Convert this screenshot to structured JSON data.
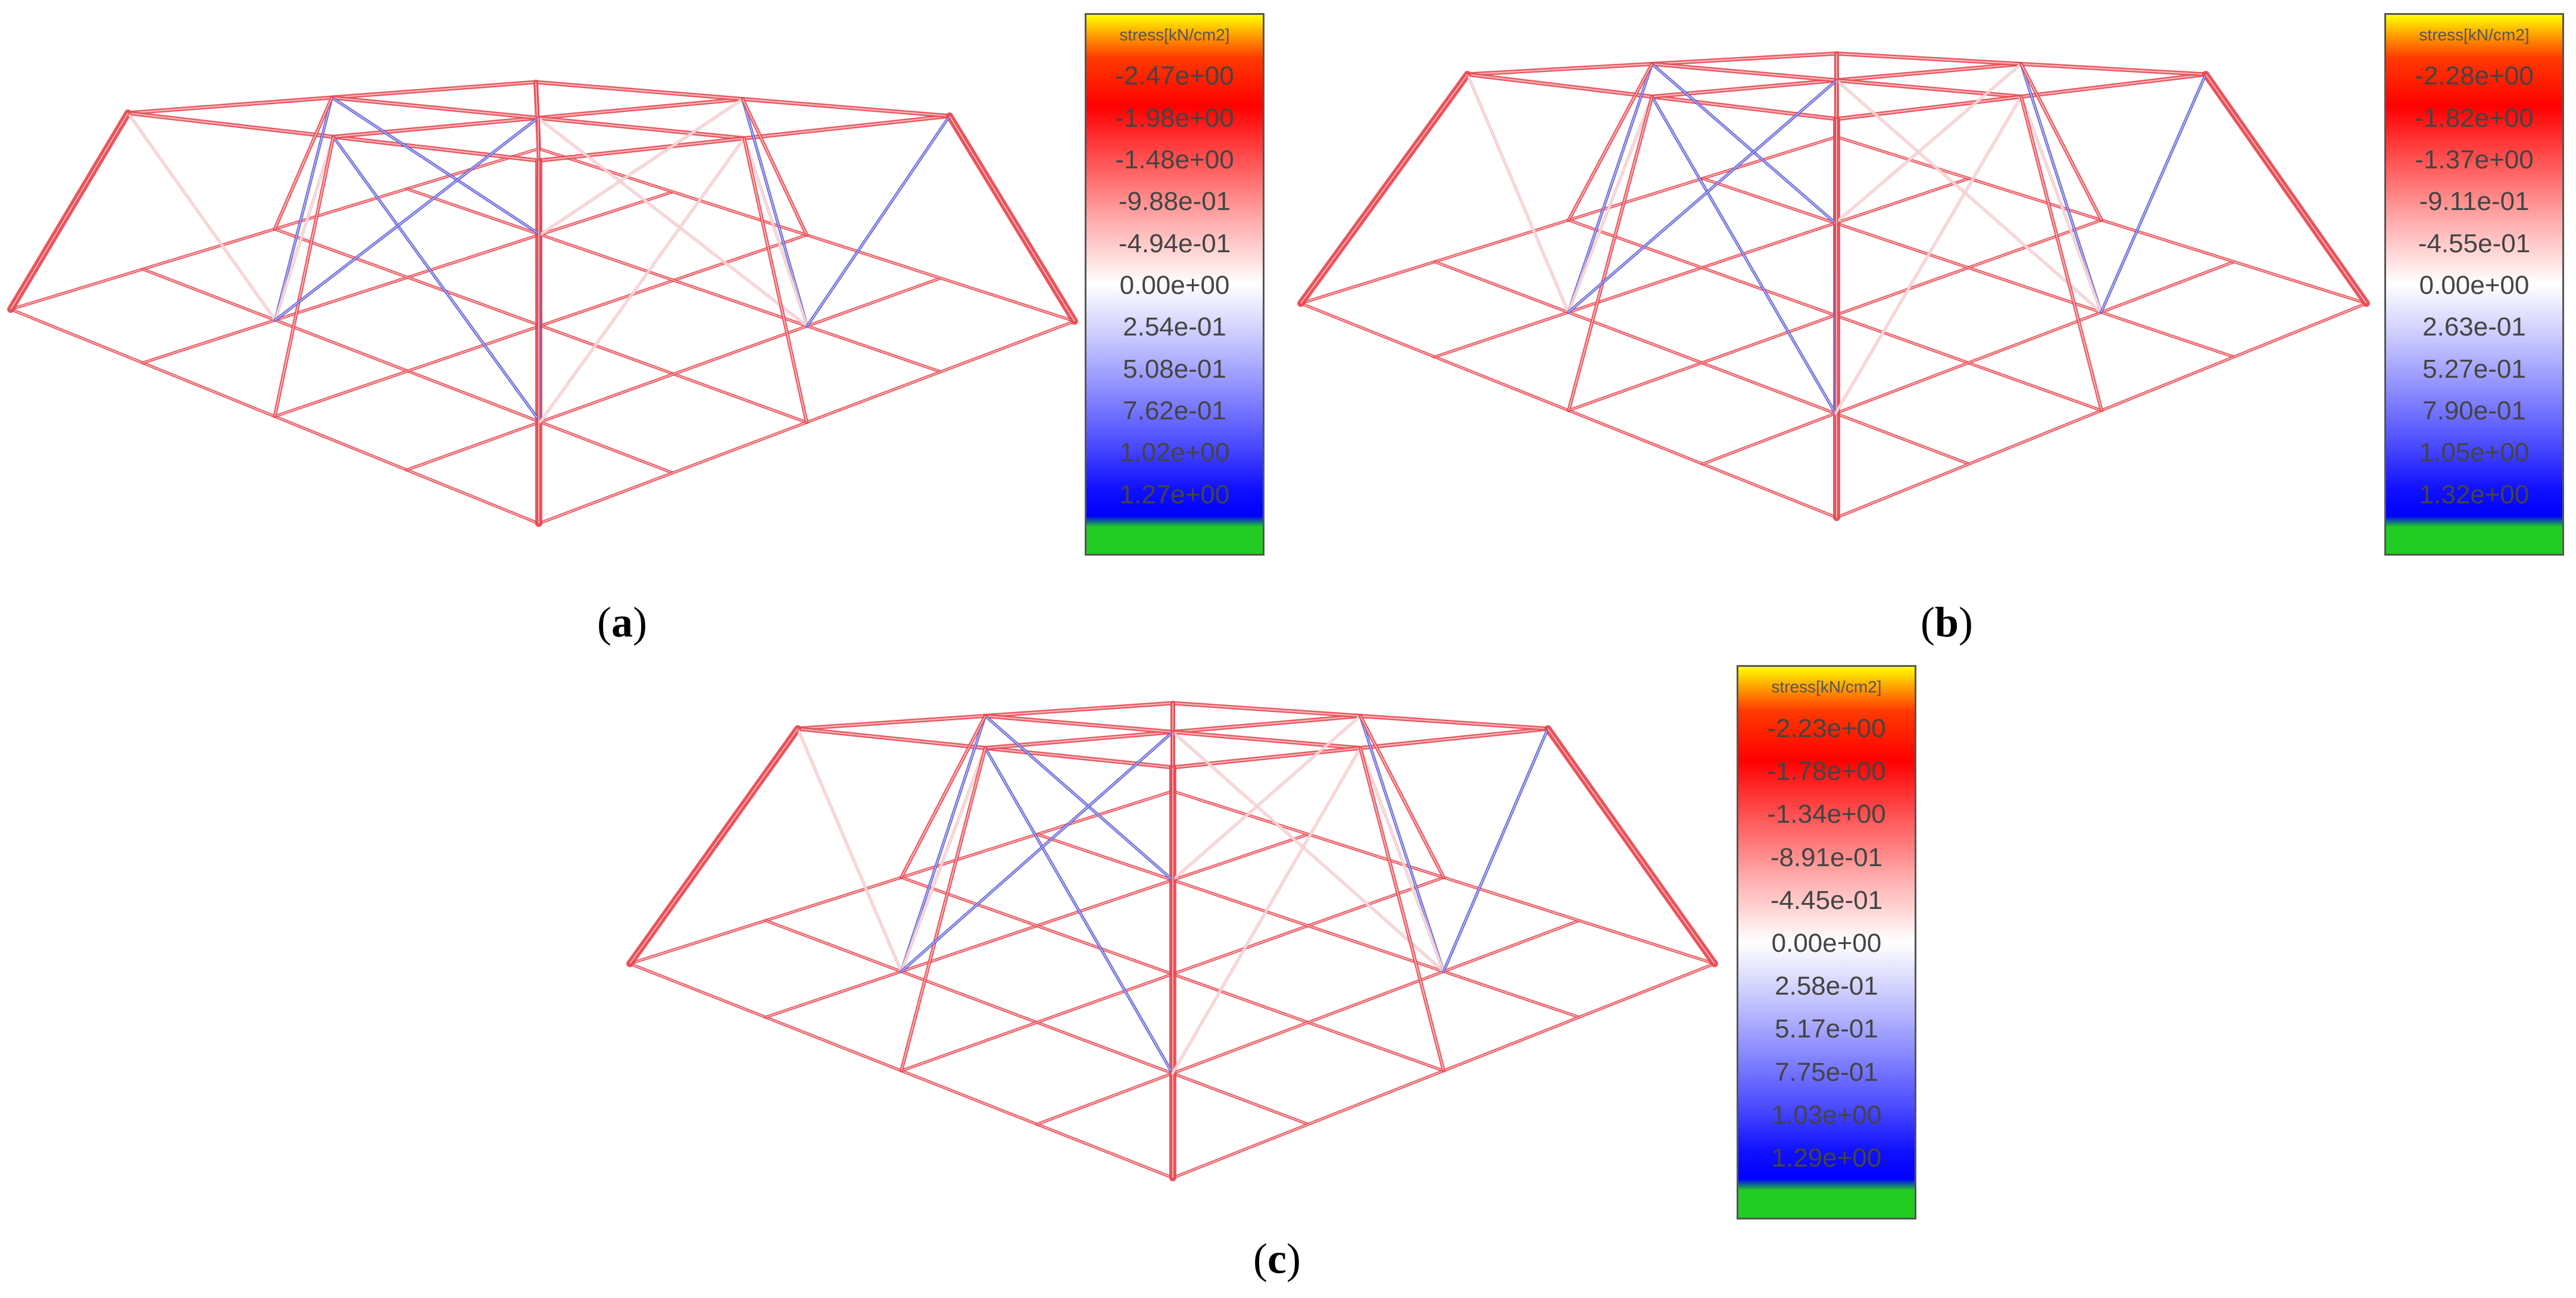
{
  "colors": {
    "compression": "#e84850",
    "tension": "#5a5ad8",
    "pale": "#f2c4c6",
    "legend_gradient": [
      "#ffff00",
      "#ff9900",
      "#ff3a00",
      "#ff0000",
      "#ff4a4a",
      "#ffaaaa",
      "#ffffff",
      "#c8c8ff",
      "#8a8aff",
      "#4a4aff",
      "#1010ff",
      "#0000ff",
      "#22cc22"
    ]
  },
  "panels": [
    {
      "id": "a",
      "caption_open": "(",
      "caption_letter": "a",
      "caption_close": ")",
      "legend": {
        "title": "stress[kN/cm2]",
        "values": [
          "-2.47e+00",
          "-1.98e+00",
          "-1.48e+00",
          "-9.88e-01",
          "-4.94e-01",
          "0.00e+00",
          "2.54e-01",
          "5.08e-01",
          "7.62e-01",
          "1.02e+00",
          "1.27e+00"
        ]
      }
    },
    {
      "id": "b",
      "caption_open": "(",
      "caption_letter": "b",
      "caption_close": ")",
      "legend": {
        "title": "stress[kN/cm2]",
        "values": [
          "-2.28e+00",
          "-1.82e+00",
          "-1.37e+00",
          "-9.11e-01",
          "-4.55e-01",
          "0.00e+00",
          "2.63e-01",
          "5.27e-01",
          "7.90e-01",
          "1.05e+00",
          "1.32e+00"
        ]
      }
    },
    {
      "id": "c",
      "caption_open": "(",
      "caption_letter": "c",
      "caption_close": ")",
      "legend": {
        "title": "stress[kN/cm2]",
        "values": [
          "-2.23e+00",
          "-1.78e+00",
          "-1.34e+00",
          "-8.91e-01",
          "-4.45e-01",
          "0.00e+00",
          "2.58e-01",
          "5.17e-01",
          "7.75e-01",
          "1.03e+00",
          "1.29e+00"
        ]
      }
    }
  ]
}
